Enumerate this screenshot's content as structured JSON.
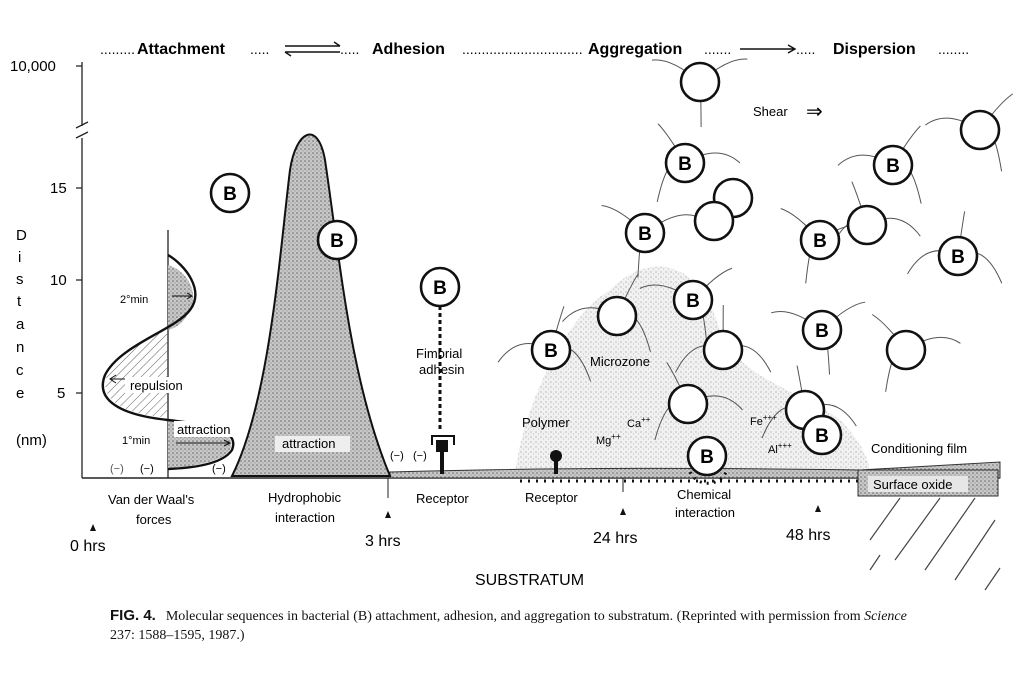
{
  "header": {
    "stages": [
      "Attachment",
      "Adhesion",
      "Aggregation",
      "Dispersion"
    ]
  },
  "y_axis": {
    "title_letters": [
      "D",
      "i",
      "s",
      "t",
      "a",
      "n",
      "c",
      "e"
    ],
    "unit": "(nm)",
    "ticks": [
      "10,000",
      "15",
      "10",
      "5"
    ]
  },
  "time_markers": [
    "0 hrs",
    "3 hrs",
    "24 hrs",
    "48 hrs"
  ],
  "vdw": {
    "secondary_min": "2°min",
    "repulsion": "repulsion",
    "attraction": "attraction",
    "primary_min": "1°min",
    "charges": [
      "(−)",
      "(−)",
      "(−)"
    ]
  },
  "hydrophobic": {
    "attraction": "attraction"
  },
  "adhesion": {
    "fimbrial_line1": "Fimbrial",
    "fimbrial_line2": "adhesin",
    "charges": [
      "(−)",
      "(−)"
    ]
  },
  "aggregation": {
    "microzone": "Microzone",
    "polymer": "Polymer",
    "ca": "Ca",
    "ca_charge": "++",
    "mg": "Mg",
    "mg_charge": "++",
    "fe": "Fe",
    "fe_charge": "+++",
    "al": "Al",
    "al_charge": "+++"
  },
  "dispersion": {
    "shear": "Shear",
    "shear_arrow": "⇒"
  },
  "surface": {
    "conditioning_film": "Conditioning film",
    "surface_oxide": "Surface oxide"
  },
  "mechanisms": {
    "vdw_line1": "Van der Waal's",
    "vdw_line2": "forces",
    "hyd_line1": "Hydrophobic",
    "hyd_line2": "interaction",
    "receptor1": "Receptor",
    "receptor2": "Receptor",
    "chem_line1": "Chemical",
    "chem_line2": "interaction"
  },
  "bacterium_label": "B",
  "substratum": "SUBSTRATUM",
  "caption": {
    "figure": "FIG. 4.",
    "text_before_italic": "Molecular sequences in bacterial (B) attachment, adhesion, and aggregation to substratum. (Reprinted with permission from ",
    "journal": "Science",
    "text_after_italic": " 237: 1588–1595, 1987.)"
  }
}
